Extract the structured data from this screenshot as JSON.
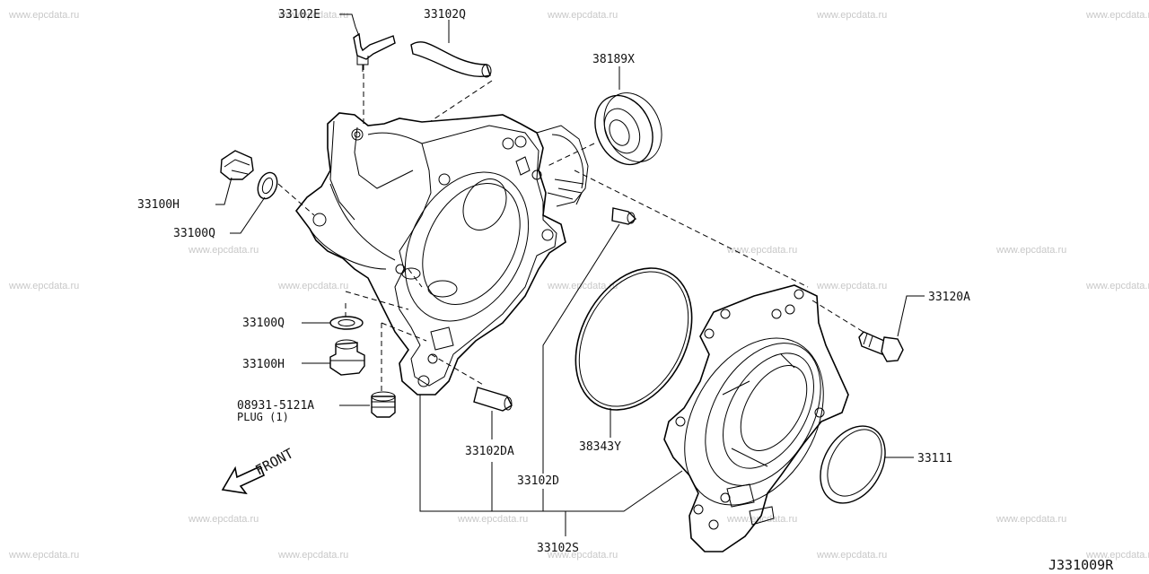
{
  "watermark": "www.epcdata.ru",
  "parts": {
    "p33102E": "33102E",
    "p33102Q": "33102Q",
    "p38189X": "38189X",
    "p33100H_top": "33100H",
    "p33100Q_top": "33100Q",
    "p33100Q_bottom": "33100Q",
    "p33100H_bottom": "33100H",
    "p08931": "08931-5121A",
    "plug": "PLUG (1)",
    "p33102DA": "33102DA",
    "p38343Y": "38343Y",
    "p33102D": "33102D",
    "p33102S": "33102S",
    "p33120A": "33120A",
    "p33111": "33111"
  },
  "front_label": "FRONT",
  "diagram_ref": "J331009R"
}
